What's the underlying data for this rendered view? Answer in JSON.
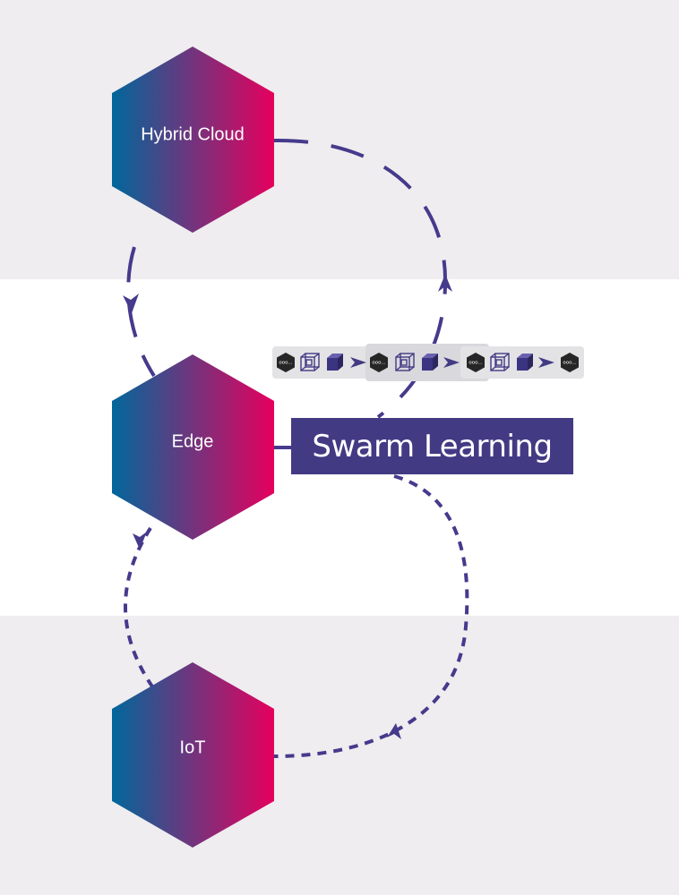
{
  "colors": {
    "band_gray": "#efedef",
    "band_white": "#ffffff",
    "hex_left": "#00679b",
    "hex_right": "#e6005e",
    "arrow": "#453a8c",
    "swarm_bg": "#433a84",
    "chain_bg": "#e3e3e6",
    "chain_bg_highlight": "#d9d8dd"
  },
  "nodes": [
    {
      "id": "hybrid-cloud",
      "label": "Hybrid Cloud"
    },
    {
      "id": "edge",
      "label": "Edge"
    },
    {
      "id": "iot",
      "label": "IoT"
    }
  ],
  "swarm": {
    "label": "Swarm Learning"
  },
  "chain_icons": [
    "node-icon",
    "hypercube-icon",
    "cube-icon",
    "arrow-icon",
    "node-icon",
    "hypercube-icon",
    "cube-icon",
    "arrow-icon",
    "node-icon",
    "hypercube-icon",
    "cube-icon",
    "arrow-icon",
    "node-icon"
  ],
  "node_icon_text": "ooo..."
}
